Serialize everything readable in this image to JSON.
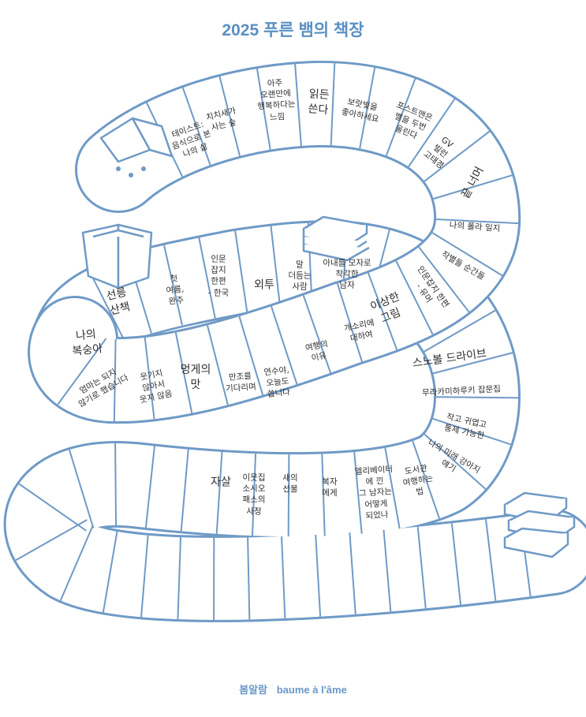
{
  "header": {
    "title": "2025 푸른 뱀의 책장"
  },
  "footer": {
    "brand_ko": "봄알람",
    "brand_fr": "baume à l'âme"
  },
  "colors": {
    "accent": "#5b8fc4",
    "outline": "#6f9ac6",
    "ink": "#2e2e2e"
  },
  "books": [
    {
      "title": "테이스트:\n음식으로 본\n나의 삶"
    },
    {
      "title": "치치새가\n사는 숲"
    },
    {
      "title": "아주\n오랜만에\n행복하다는\n느낌"
    },
    {
      "title": "읽든\n쓴다"
    },
    {
      "title": "보랏빛을\n좋아하세요"
    },
    {
      "title": "포스트맨은\n벨을 두번\n울린다"
    },
    {
      "title": "GV\n빌런\n고태경"
    },
    {
      "title": "끝 너머"
    },
    {
      "title": "나의 폴라 일지"
    },
    {
      "title": "작별들 순간들"
    },
    {
      "title": "인문잡지 한편\n- 유머"
    },
    {
      "title": "선릉\n산책"
    },
    {
      "title": "첫\n여름,\n완주"
    },
    {
      "title": "인문\n잡지\n한편\n- 한국"
    },
    {
      "title": "외투"
    },
    {
      "title": "말\n더듬는\n사람"
    },
    {
      "title": "아내를 모자로\n착각한\n남자"
    },
    {
      "title": "나의\n복숭아"
    },
    {
      "title": "엄마는 되지\n않기로 했습니다"
    },
    {
      "title": "웃기지\n않아서\n웃지 않음"
    },
    {
      "title": "멍게의\n맛"
    },
    {
      "title": "만조를\n기다리며"
    },
    {
      "title": "연수야,\n오늘도\n씁니다"
    },
    {
      "title": "여행의\n이유"
    },
    {
      "title": "개소리에\n대하여"
    },
    {
      "title": "이상한\n그림"
    },
    {
      "title": "스노볼 드라이브"
    },
    {
      "title": "무라카미하루키 잡문집"
    },
    {
      "title": "작고 귀엽고\n통제 가능한"
    },
    {
      "title": "나의 미래 강아지\n얘기"
    },
    {
      "title": "도서관\n여행하는\n법"
    },
    {
      "title": "엘리베이터\n에 낀\n그 남자는\n어떻게\n되었나"
    },
    {
      "title": "복자\n에게"
    },
    {
      "title": "새의\n선물"
    },
    {
      "title": "이웃집\n소시오\n패스의\n사정"
    },
    {
      "title": "자살"
    }
  ]
}
